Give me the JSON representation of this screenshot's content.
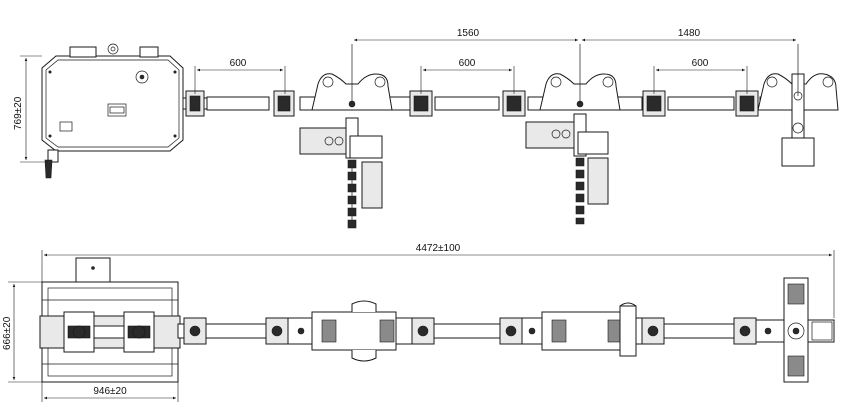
{
  "dimensions": {
    "top_span_1": "600",
    "top_span_2": "600",
    "top_span_3": "600",
    "top_pitch_1": "1560",
    "top_pitch_2": "1480",
    "height_left": "769±20",
    "overall_length": "4472±100",
    "width_left": "666±20",
    "depth_bottom": "946±20"
  },
  "colors": {
    "line": "#1a1a1a",
    "fill_gray": "#e9e9e9",
    "background": "#ffffff"
  }
}
